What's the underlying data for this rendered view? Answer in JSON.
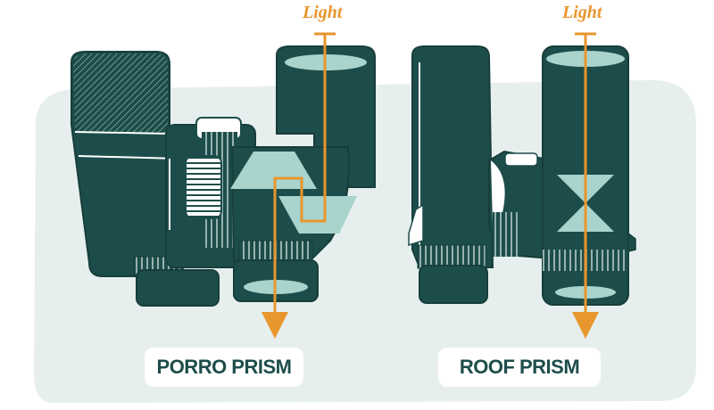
{
  "labels": {
    "porro": "PORRO PRISM",
    "roof": "ROOF PRISM",
    "light_porro": "Light",
    "light_roof": "Light"
  },
  "colors": {
    "background_panel": "#e6efed",
    "body": "#1d4d4a",
    "body_outline": "#173e3b",
    "prism": "#a9d3cd",
    "light_path": "#e8962e",
    "label_text": "#1d4d4a",
    "pill_background": "#ffffff"
  }
}
